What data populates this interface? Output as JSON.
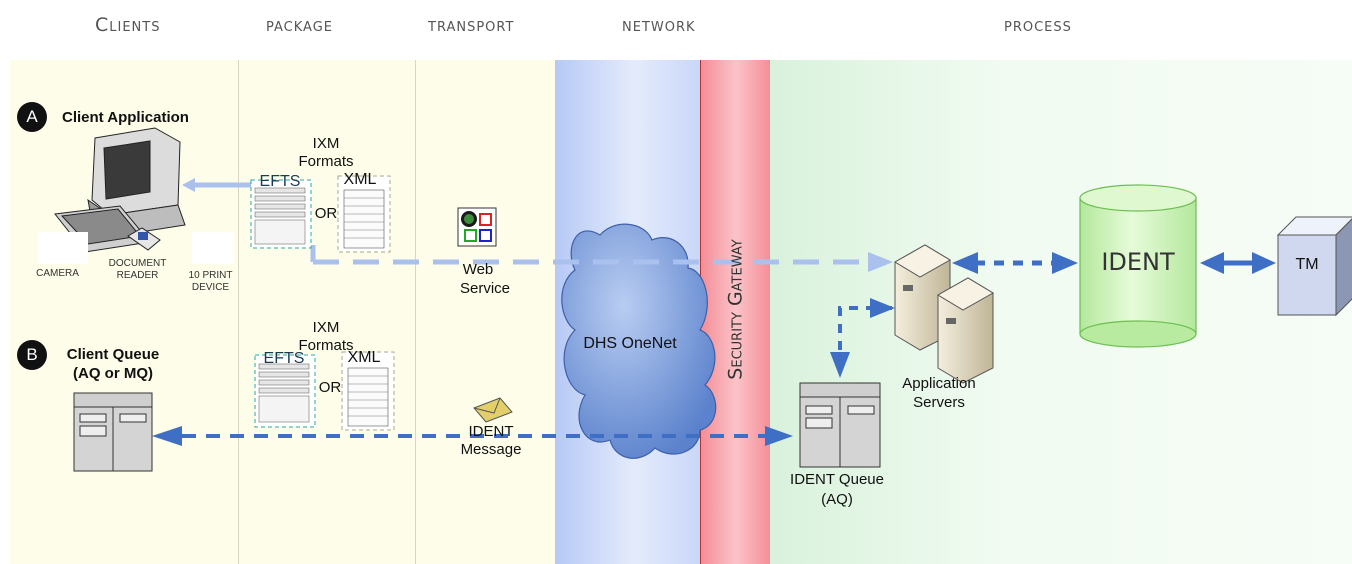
{
  "headers": {
    "clients": "Clients",
    "package": "PACKAGE",
    "transport": "TRANSPORT",
    "network": "NETWORK",
    "process": "PROCESS"
  },
  "markers": {
    "a": "A",
    "b": "B"
  },
  "client_a": {
    "title": "Client Application",
    "camera": "CAMERA",
    "document_reader_1": "DOCUMENT",
    "document_reader_2": "READER",
    "print_device_1": "10 PRINT",
    "print_device_2": "DEVICE"
  },
  "client_b": {
    "title_1": "Client Queue",
    "title_2": "(AQ or MQ)"
  },
  "formats_a": {
    "line_1": "IXM",
    "line_2": "Formats",
    "efts": "EFTS",
    "or": "OR",
    "xml": "XML"
  },
  "formats_b": {
    "line_1": "IXM",
    "line_2": "Formats",
    "efts": "EFTS",
    "or": "OR",
    "xml": "XML"
  },
  "web_service": {
    "line_1": "Web",
    "line_2": "Service"
  },
  "ident_message": {
    "line_1": "IDENT",
    "line_2": "Message"
  },
  "network": {
    "cloud": "DHS OneNet"
  },
  "gateway": {
    "label": "Security Gateway"
  },
  "process": {
    "app_servers_1": "Application",
    "app_servers_2": "Servers",
    "ident_queue_1": "IDENT Queue",
    "ident_queue_2": "(AQ)",
    "ident_db": "IDENT",
    "tm": "TM"
  },
  "colors": {
    "lane_clients": "#fdfde9",
    "lane_network": "#c6d6f8",
    "lane_gateway": "#f7a8ae",
    "lane_process": "#eaf7ea",
    "arrow_blue": "#3f6fc4",
    "arrow_light": "#a9c1ec",
    "ident_db": "#ccf3b6"
  }
}
